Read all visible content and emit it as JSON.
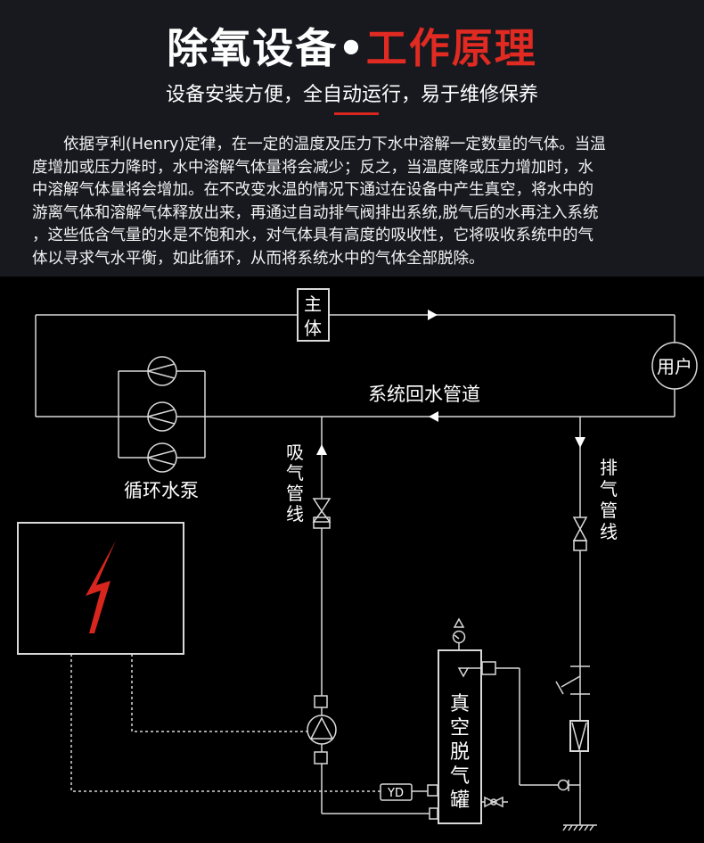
{
  "header": {
    "title_white": "除氧设备•",
    "title_red": "工作原理",
    "subtitle": "设备安装方便，全自动运行，易于维修保养"
  },
  "description": {
    "lines": [
      "依据亨利(Henry)定律，在一定的温度及压力下水中溶解一定数量的气体。当温",
      "度增加或压力降时，水中溶解气体量将会减少；反之，当温度降或压力增加时，水",
      "中溶解气体量将会增加。在不改变水温的情况下通过在设备中产生真空，将水中的",
      "游离气体和溶解气体释放出来，再通过自动排气阀排出系统,脱气后的水再注入系统",
      "，这些低含气量的水是不饱和水，对气体具有高度的吸收性，它将吸收系统中的气",
      "体以寻求气水平衡，如此循环，从而将系统水中的气体全部脱除。"
    ]
  },
  "diagram": {
    "main_body": [
      "主",
      "体"
    ],
    "user": "用户",
    "return_pipe": "系统回水管道",
    "circulation_pump": "循环水泵",
    "suction_line": [
      "吸",
      "气",
      "管",
      "线"
    ],
    "exhaust_line": [
      "排",
      "气",
      "管",
      "线"
    ],
    "tank": [
      "真",
      "空",
      "脱",
      "气",
      "罐"
    ],
    "yd_label": "YD",
    "colors": {
      "accent": "#e02a22",
      "line": "#d9d9d9"
    }
  }
}
